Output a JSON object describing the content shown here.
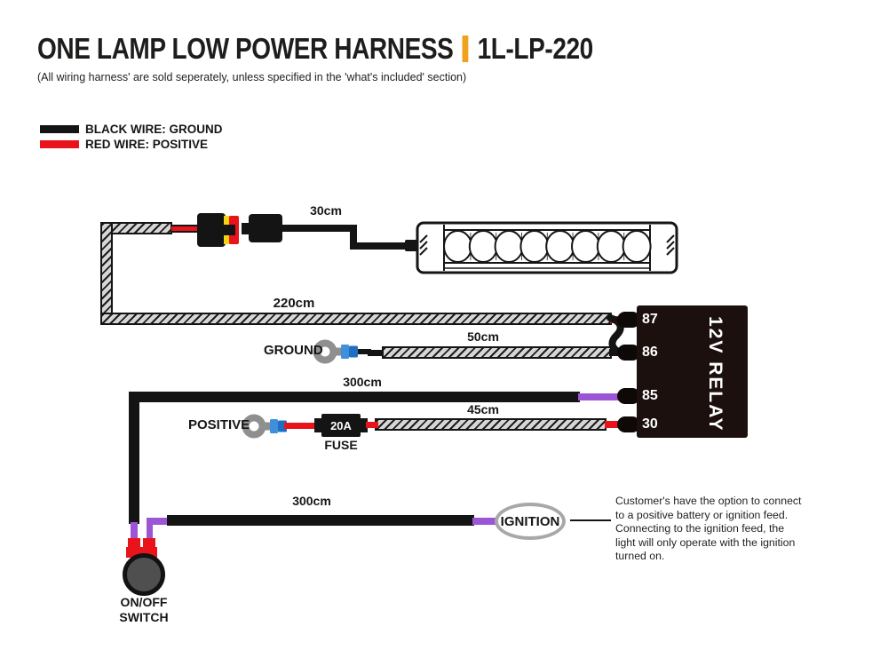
{
  "title": {
    "main": "ONE LAMP LOW POWER HARNESS",
    "separator": "|",
    "code": "1L-LP-220"
  },
  "subtitle": "(All wiring harness' are sold seperately, unless specified in the 'what's included' section)",
  "legend": {
    "black": {
      "label": "BLACK WIRE: GROUND",
      "color": "#141414"
    },
    "red": {
      "label": "RED WIRE: POSITIVE",
      "color": "#e8131b"
    }
  },
  "measurements": {
    "lamp_lead": "30cm",
    "main_run": "220cm",
    "ground_lead": "50cm",
    "switch_run": "300cm",
    "fuse_lead": "45cm",
    "ignition_run": "300cm"
  },
  "labels": {
    "ground": "GROUND",
    "positive": "POSITIVE",
    "fuse_rating": "20A",
    "fuse": "FUSE",
    "ignition": "IGNITION",
    "switch_line1": "ON/OFF",
    "switch_line2": "SWITCH"
  },
  "relay": {
    "name": "12V RELAY",
    "pins": [
      "87",
      "86",
      "85",
      "30"
    ]
  },
  "note": {
    "lines": [
      "Customer's have the option to connect",
      "to a positive battery or ignition feed.",
      "Connecting to the ignition feed, the",
      "light will only operate with the ignition",
      "turned on."
    ]
  },
  "colors": {
    "accent_orange": "#efa21c",
    "wire_black": "#141414",
    "wire_red": "#e8131b",
    "wire_purple": "#9c55d4",
    "crimp_blue": "#2e7ed6",
    "terminal_gray": "#8f8f8f",
    "relay_body": "#1b100e"
  }
}
